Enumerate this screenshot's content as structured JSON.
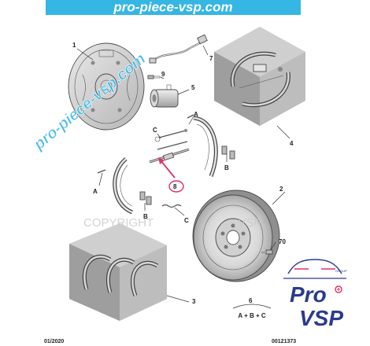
{
  "banner": {
    "text": "pro-piece-vsp.com",
    "color": "#35b6e3"
  },
  "watermark": {
    "diagonal_text": "pro-piece-vsp.com",
    "copyright_text": "COPYRIGHT",
    "copyright_suffix": "VSP",
    "color": "#35b6e3"
  },
  "callouts": {
    "p1": "1",
    "p2": "2",
    "p3": "3",
    "p4": "4",
    "p5": "5",
    "p6": "6",
    "p7": "7",
    "p8": "8",
    "p9": "9",
    "p70": "70",
    "a1": "A",
    "a2": "A",
    "b1": "B",
    "b2": "B",
    "c1": "C",
    "c2": "C"
  },
  "kit_formula": "A + B + C",
  "footer": {
    "date": "01/2020",
    "ref": "00121373"
  },
  "logo": {
    "group": "GROUP",
    "line1": "Pro",
    "line2": "VSP",
    "color_dark": "#2b3a8c",
    "color_accent": "#e0306a"
  },
  "highlight_color": "#e0306a",
  "icons": [
    "car-icon",
    "plus-icon"
  ]
}
